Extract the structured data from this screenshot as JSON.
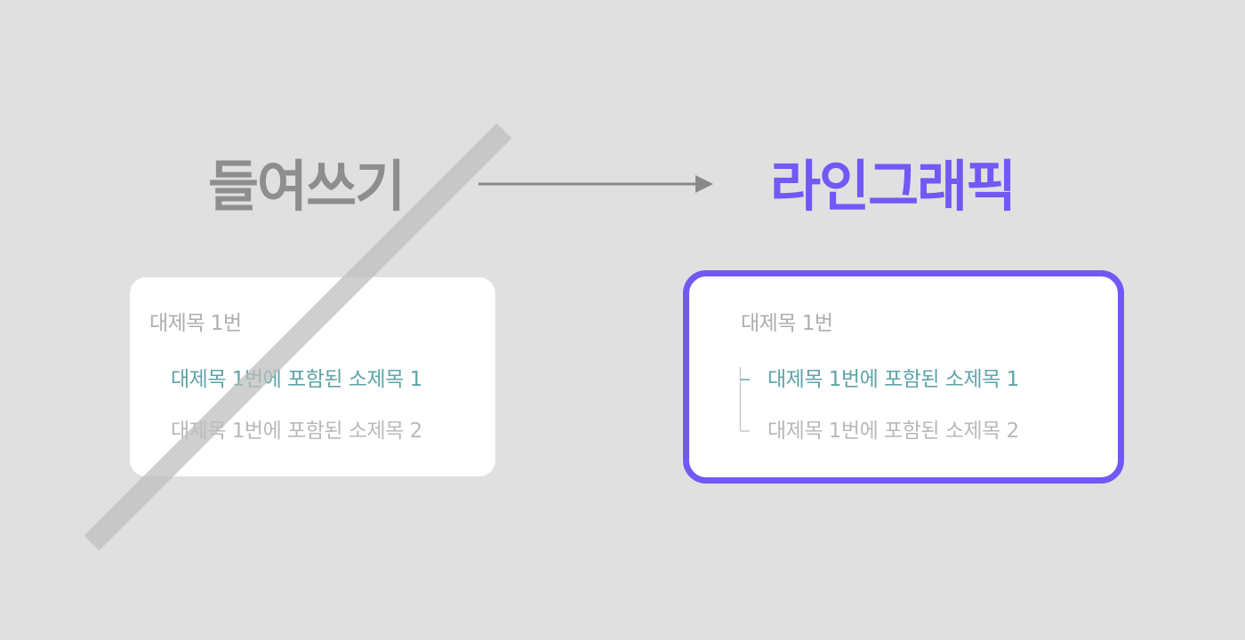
{
  "before": {
    "heading": "들여쓰기",
    "card": {
      "title": "대제목 1번",
      "items": [
        "대제목 1번에 포함된 소제목 1",
        "대제목 1번에 포함된 소제목 2"
      ]
    }
  },
  "after": {
    "heading": "라인그래픽",
    "card": {
      "title": "대제목 1번",
      "items": [
        "대제목 1번에 포함된 소제목 1",
        "대제목 1번에 포함된 소제목 2"
      ]
    }
  },
  "colors": {
    "background": "#e0e0e1",
    "accent": "#7059f5",
    "muted_heading": "#8e8e8e",
    "highlight_text": "#5ea4a7",
    "muted_text": "#b9b9b9"
  }
}
